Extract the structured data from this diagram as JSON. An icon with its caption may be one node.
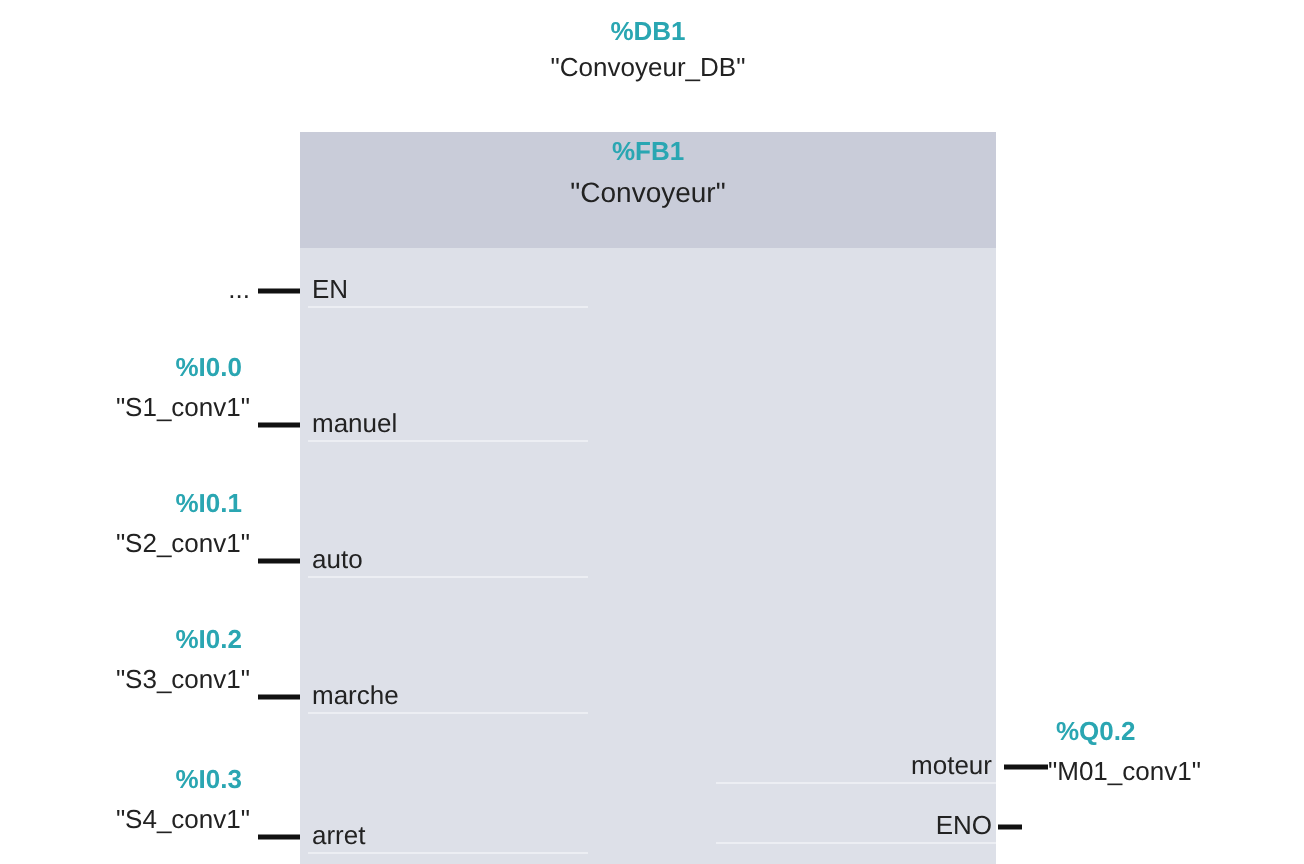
{
  "diagram": {
    "nodes": [
      {
        "text": [
          "%FB1",
          "\"Convoyeur\""
        ],
        "beside": [
          "%DB1",
          "\"Convoyeur_DB\""
        ]
      },
      {
        "text": [
          "EN"
        ],
        "in": 0
      },
      {
        "text": [
          "manuel"
        ],
        "in": 0
      },
      {
        "text": [
          "auto"
        ],
        "in": 0
      },
      {
        "text": [
          "marche"
        ],
        "in": 0
      },
      {
        "text": [
          "arret"
        ],
        "in": 0
      },
      {
        "text": [
          "moteur"
        ],
        "in": 0
      },
      {
        "text": [
          "ENO"
        ],
        "in": 0
      },
      {
        "text": [
          "..."
        ]
      },
      {
        "text": [
          "%I0.0",
          "\"S1_conv1\""
        ]
      },
      {
        "text": [
          "%I0.1",
          "\"S2_conv1\""
        ]
      },
      {
        "text": [
          "%I0.2",
          "\"S3_conv1\""
        ]
      },
      {
        "text": [
          "%I0.3",
          "\"S4_conv1\""
        ]
      },
      {
        "text": [
          "%Q0.2",
          "\"M01_conv1\""
        ]
      }
    ],
    "edges": [
      {
        "from": 8,
        "to": 1,
        "arrow": "none"
      },
      {
        "from": 9,
        "to": 2,
        "arrow": "none"
      },
      {
        "from": 10,
        "to": 3,
        "arrow": "none"
      },
      {
        "from": 11,
        "to": 4,
        "arrow": "none"
      },
      {
        "from": 12,
        "to": 5,
        "arrow": "none"
      },
      {
        "from": 6,
        "to": 13,
        "arrow": "none"
      },
      {
        "from": 7,
        "to": null,
        "arrow": "none"
      }
    ]
  }
}
